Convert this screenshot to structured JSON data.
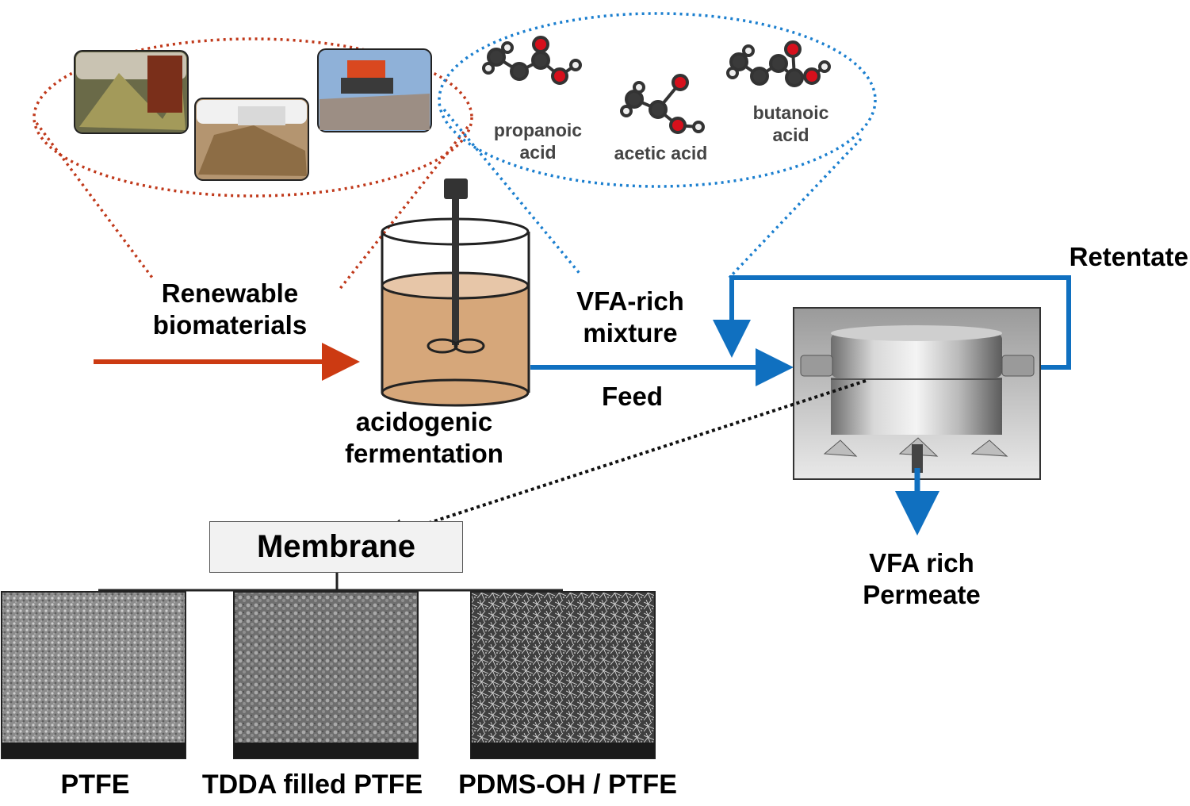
{
  "feedstock": {
    "label_line1": "Renewable",
    "label_line2": "biomaterials"
  },
  "reactor": {
    "label_line1": "acidogenic",
    "label_line2": "fermentation"
  },
  "mixture": {
    "label_line1": "VFA-rich",
    "label_line2": "mixture",
    "feed_label": "Feed"
  },
  "acids": {
    "propanoic_line1": "propanoic",
    "propanoic_line2": "acid",
    "acetic": "acetic acid",
    "butanoic_line1": "butanoic",
    "butanoic_line2": "acid"
  },
  "module": {
    "retentate_label": "Retentate",
    "permeate_line1": "VFA rich",
    "permeate_line2": "Permeate"
  },
  "membrane": {
    "title": "Membrane",
    "types": [
      "PTFE",
      "TDDA filled PTFE",
      "PDMS-OH / PTFE"
    ]
  },
  "colors": {
    "feed_arrow": "#cc3a12",
    "process_blue": "#1070c0",
    "biomass_ellipse": "#c0391b",
    "acid_ellipse": "#1b7fcf",
    "broth": "#d6a77a"
  },
  "icons": {
    "reactor": "stirred-tank-icon",
    "module": "membrane-module-photo",
    "molecules": "ball-and-stick-molecule-icon"
  }
}
